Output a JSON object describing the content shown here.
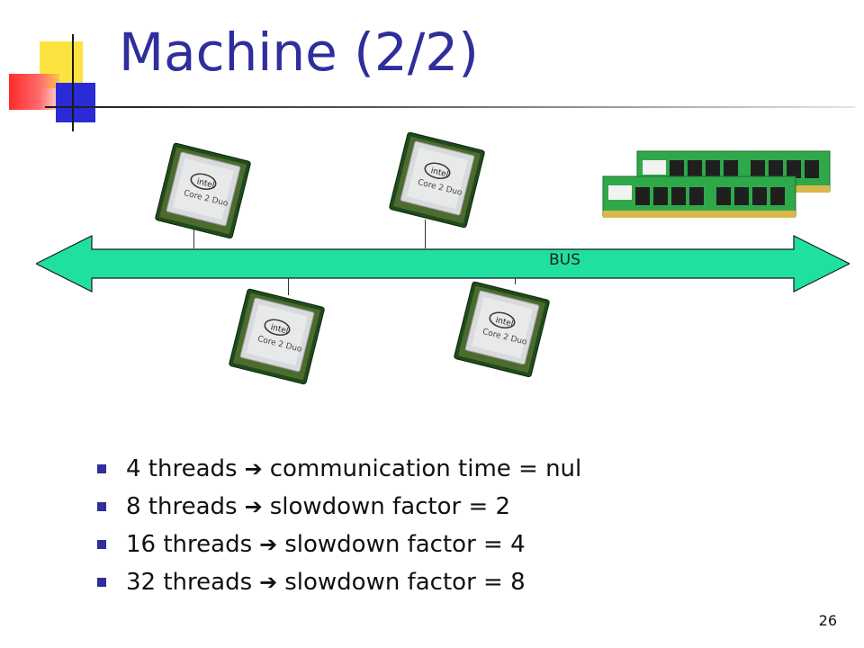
{
  "slide": {
    "title": "Machine (2/2)",
    "page_number": "26"
  },
  "diagram": {
    "bus_label": "BUS",
    "cpu_logo": "intel",
    "cpu_model": "Core 2 Duo",
    "cpu_count": 4
  },
  "bullets": [
    {
      "lead": "4 threads",
      "rest": "communication time = nul"
    },
    {
      "lead": "8 threads",
      "rest": "slowdown factor = 2"
    },
    {
      "lead": "16 threads",
      "rest": "slowdown factor = 4"
    },
    {
      "lead": "32 threads",
      "rest": "slowdown factor = 8"
    }
  ],
  "colors": {
    "title": "#2e2e9c",
    "bus": "#1fe0a0",
    "bullet_mark": "#2e2e9c"
  },
  "icons": {
    "arrow": "right-arrow-icon"
  }
}
